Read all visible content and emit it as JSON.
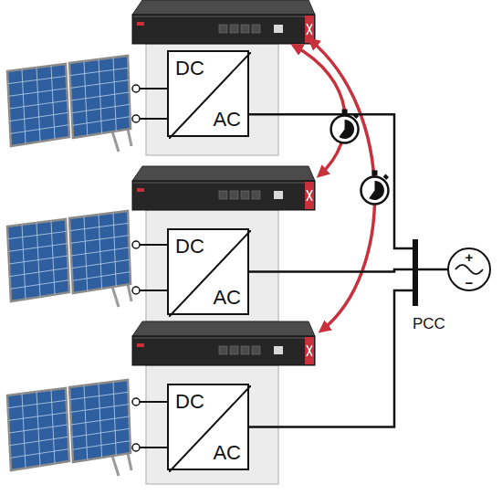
{
  "diagram": {
    "nodes": [
      {
        "text": [
          "DC",
          "AC"
        ]
      },
      {
        "text": [
          "DC",
          "AC"
        ]
      },
      {
        "text": [
          "DC",
          "AC"
        ]
      },
      {
        "text": [
          "PCC"
        ]
      }
    ],
    "edges": [
      {
        "from": 0,
        "to": 3,
        "arrow": "none"
      },
      {
        "from": 1,
        "to": 3,
        "arrow": "none"
      },
      {
        "from": 2,
        "to": 3,
        "arrow": "none"
      }
    ],
    "labels": [
      "+",
      "−"
    ]
  }
}
